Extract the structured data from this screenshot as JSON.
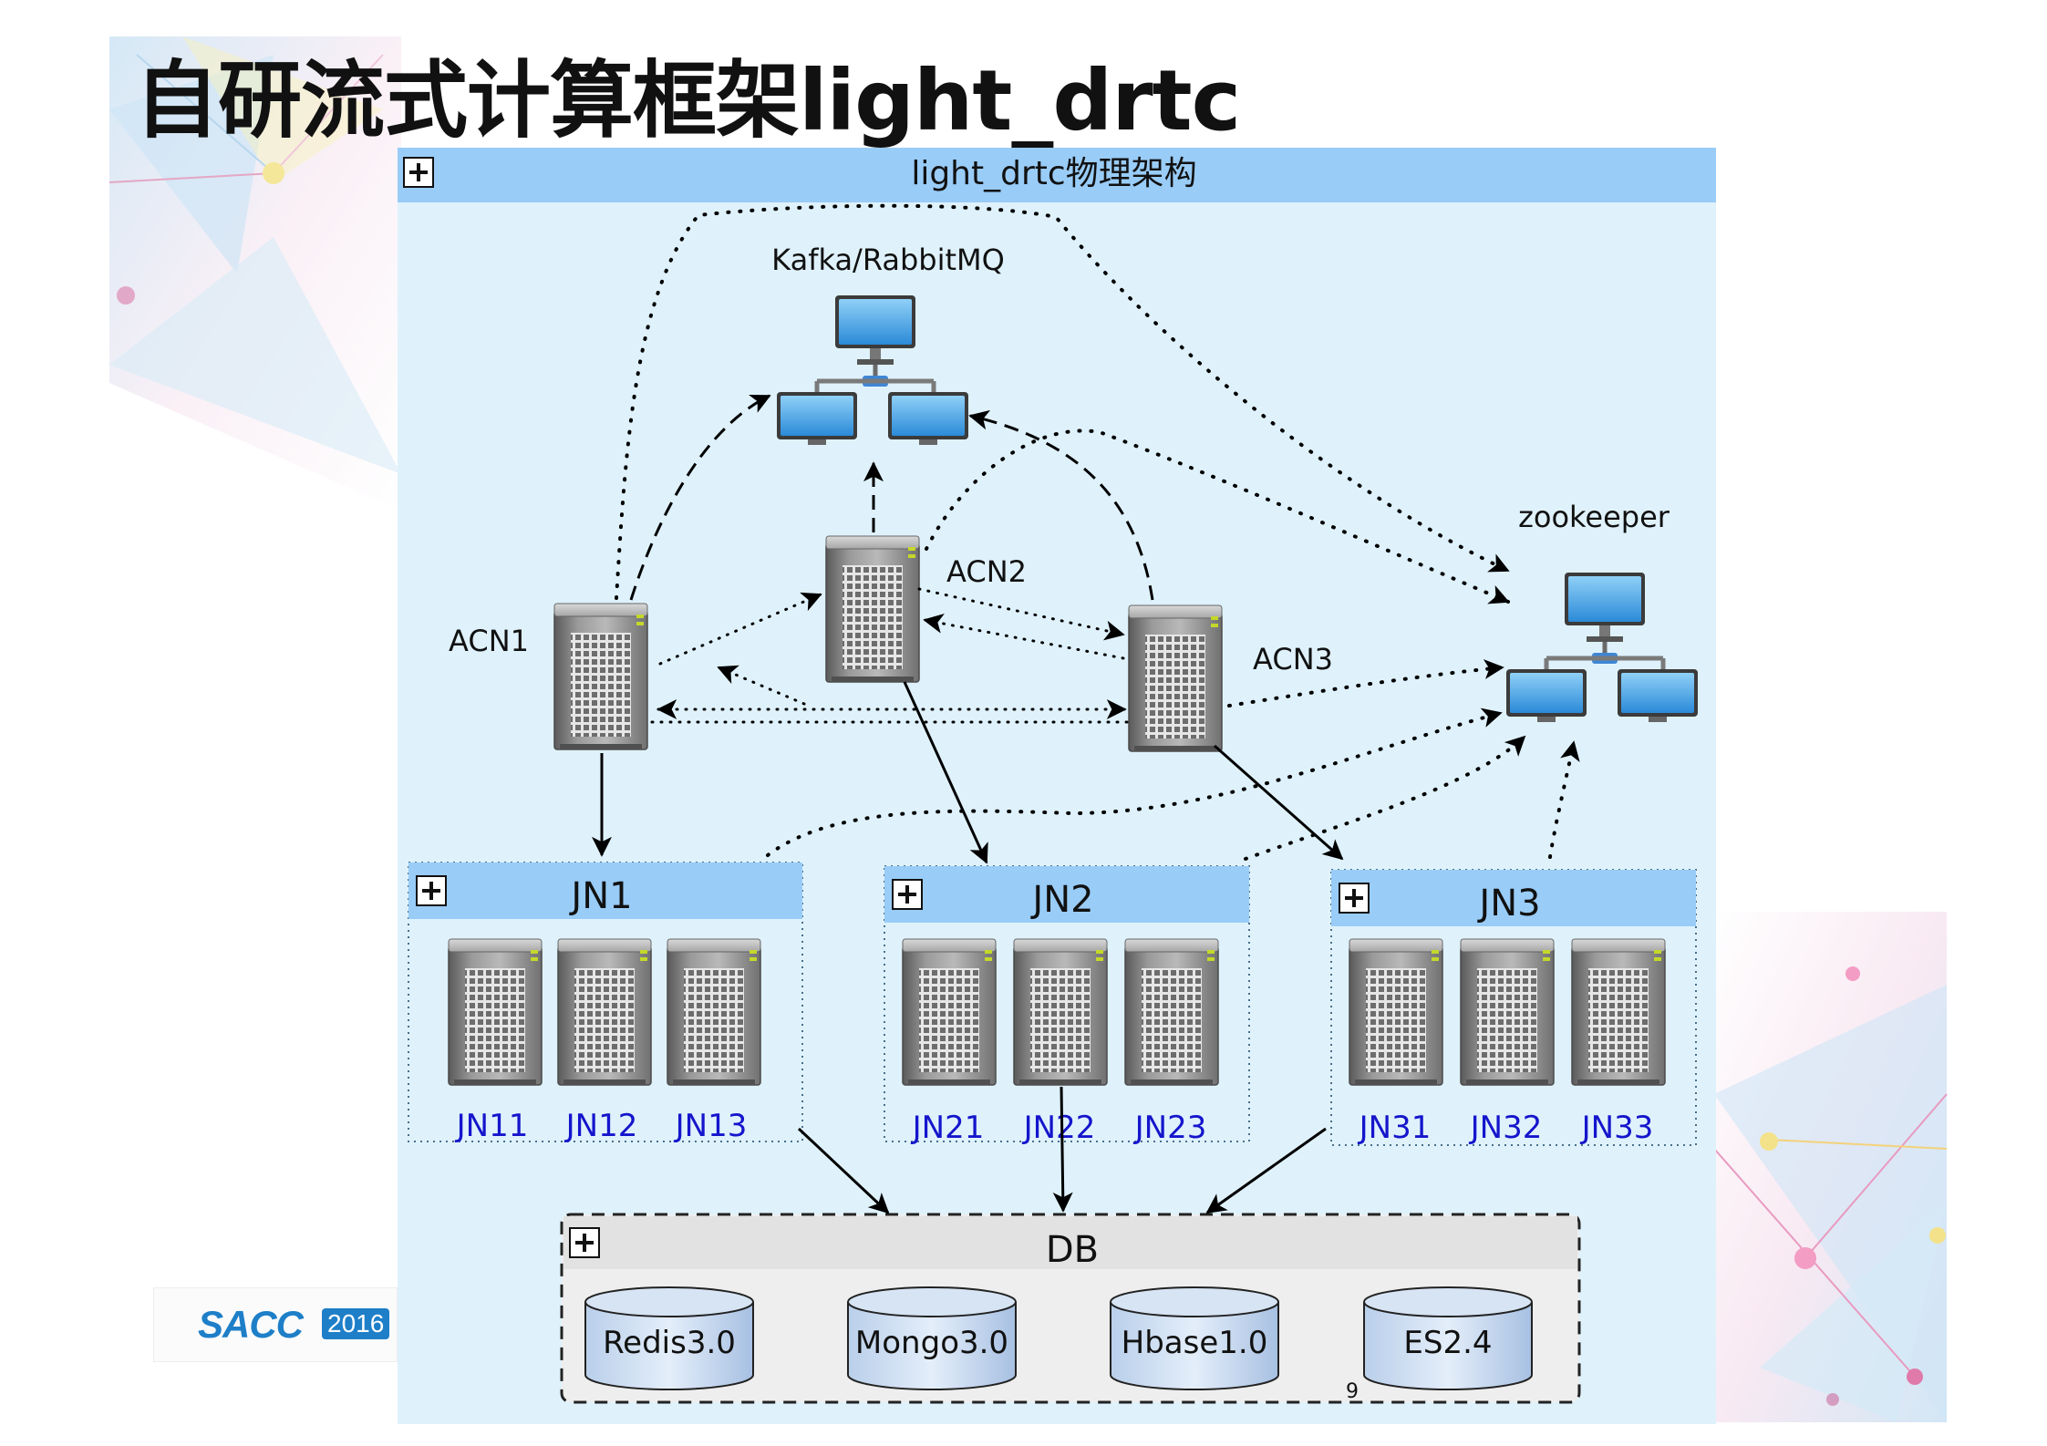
{
  "slide": {
    "title": "自研流式计算框架light_drtc",
    "page_number": "9",
    "logo": {
      "text": "SACC",
      "year": "2016"
    }
  },
  "diagram": {
    "title": "light_drtc物理架构",
    "expand_symbol": "+",
    "nodes": {
      "mq": "Kafka/RabbitMQ",
      "zookeeper": "zookeeper",
      "acn1": "ACN1",
      "acn2": "ACN2",
      "acn3": "ACN3"
    },
    "groups": [
      {
        "label": "JN1",
        "nodes": [
          "JN11",
          "JN12",
          "JN13"
        ]
      },
      {
        "label": "JN2",
        "nodes": [
          "JN21",
          "JN22",
          "JN23"
        ]
      },
      {
        "label": "JN3",
        "nodes": [
          "JN31",
          "JN32",
          "JN33"
        ]
      }
    ],
    "db": {
      "label": "DB",
      "stores": [
        "Redis3.0",
        "Mongo3.0",
        "Hbase1.0",
        "ES2.4"
      ]
    }
  },
  "colors": {
    "diagram_bg": "#dff2fc",
    "header_bar": "#99ccf7",
    "node_label": "#1515cc",
    "db_bg": "#eeeeee"
  }
}
